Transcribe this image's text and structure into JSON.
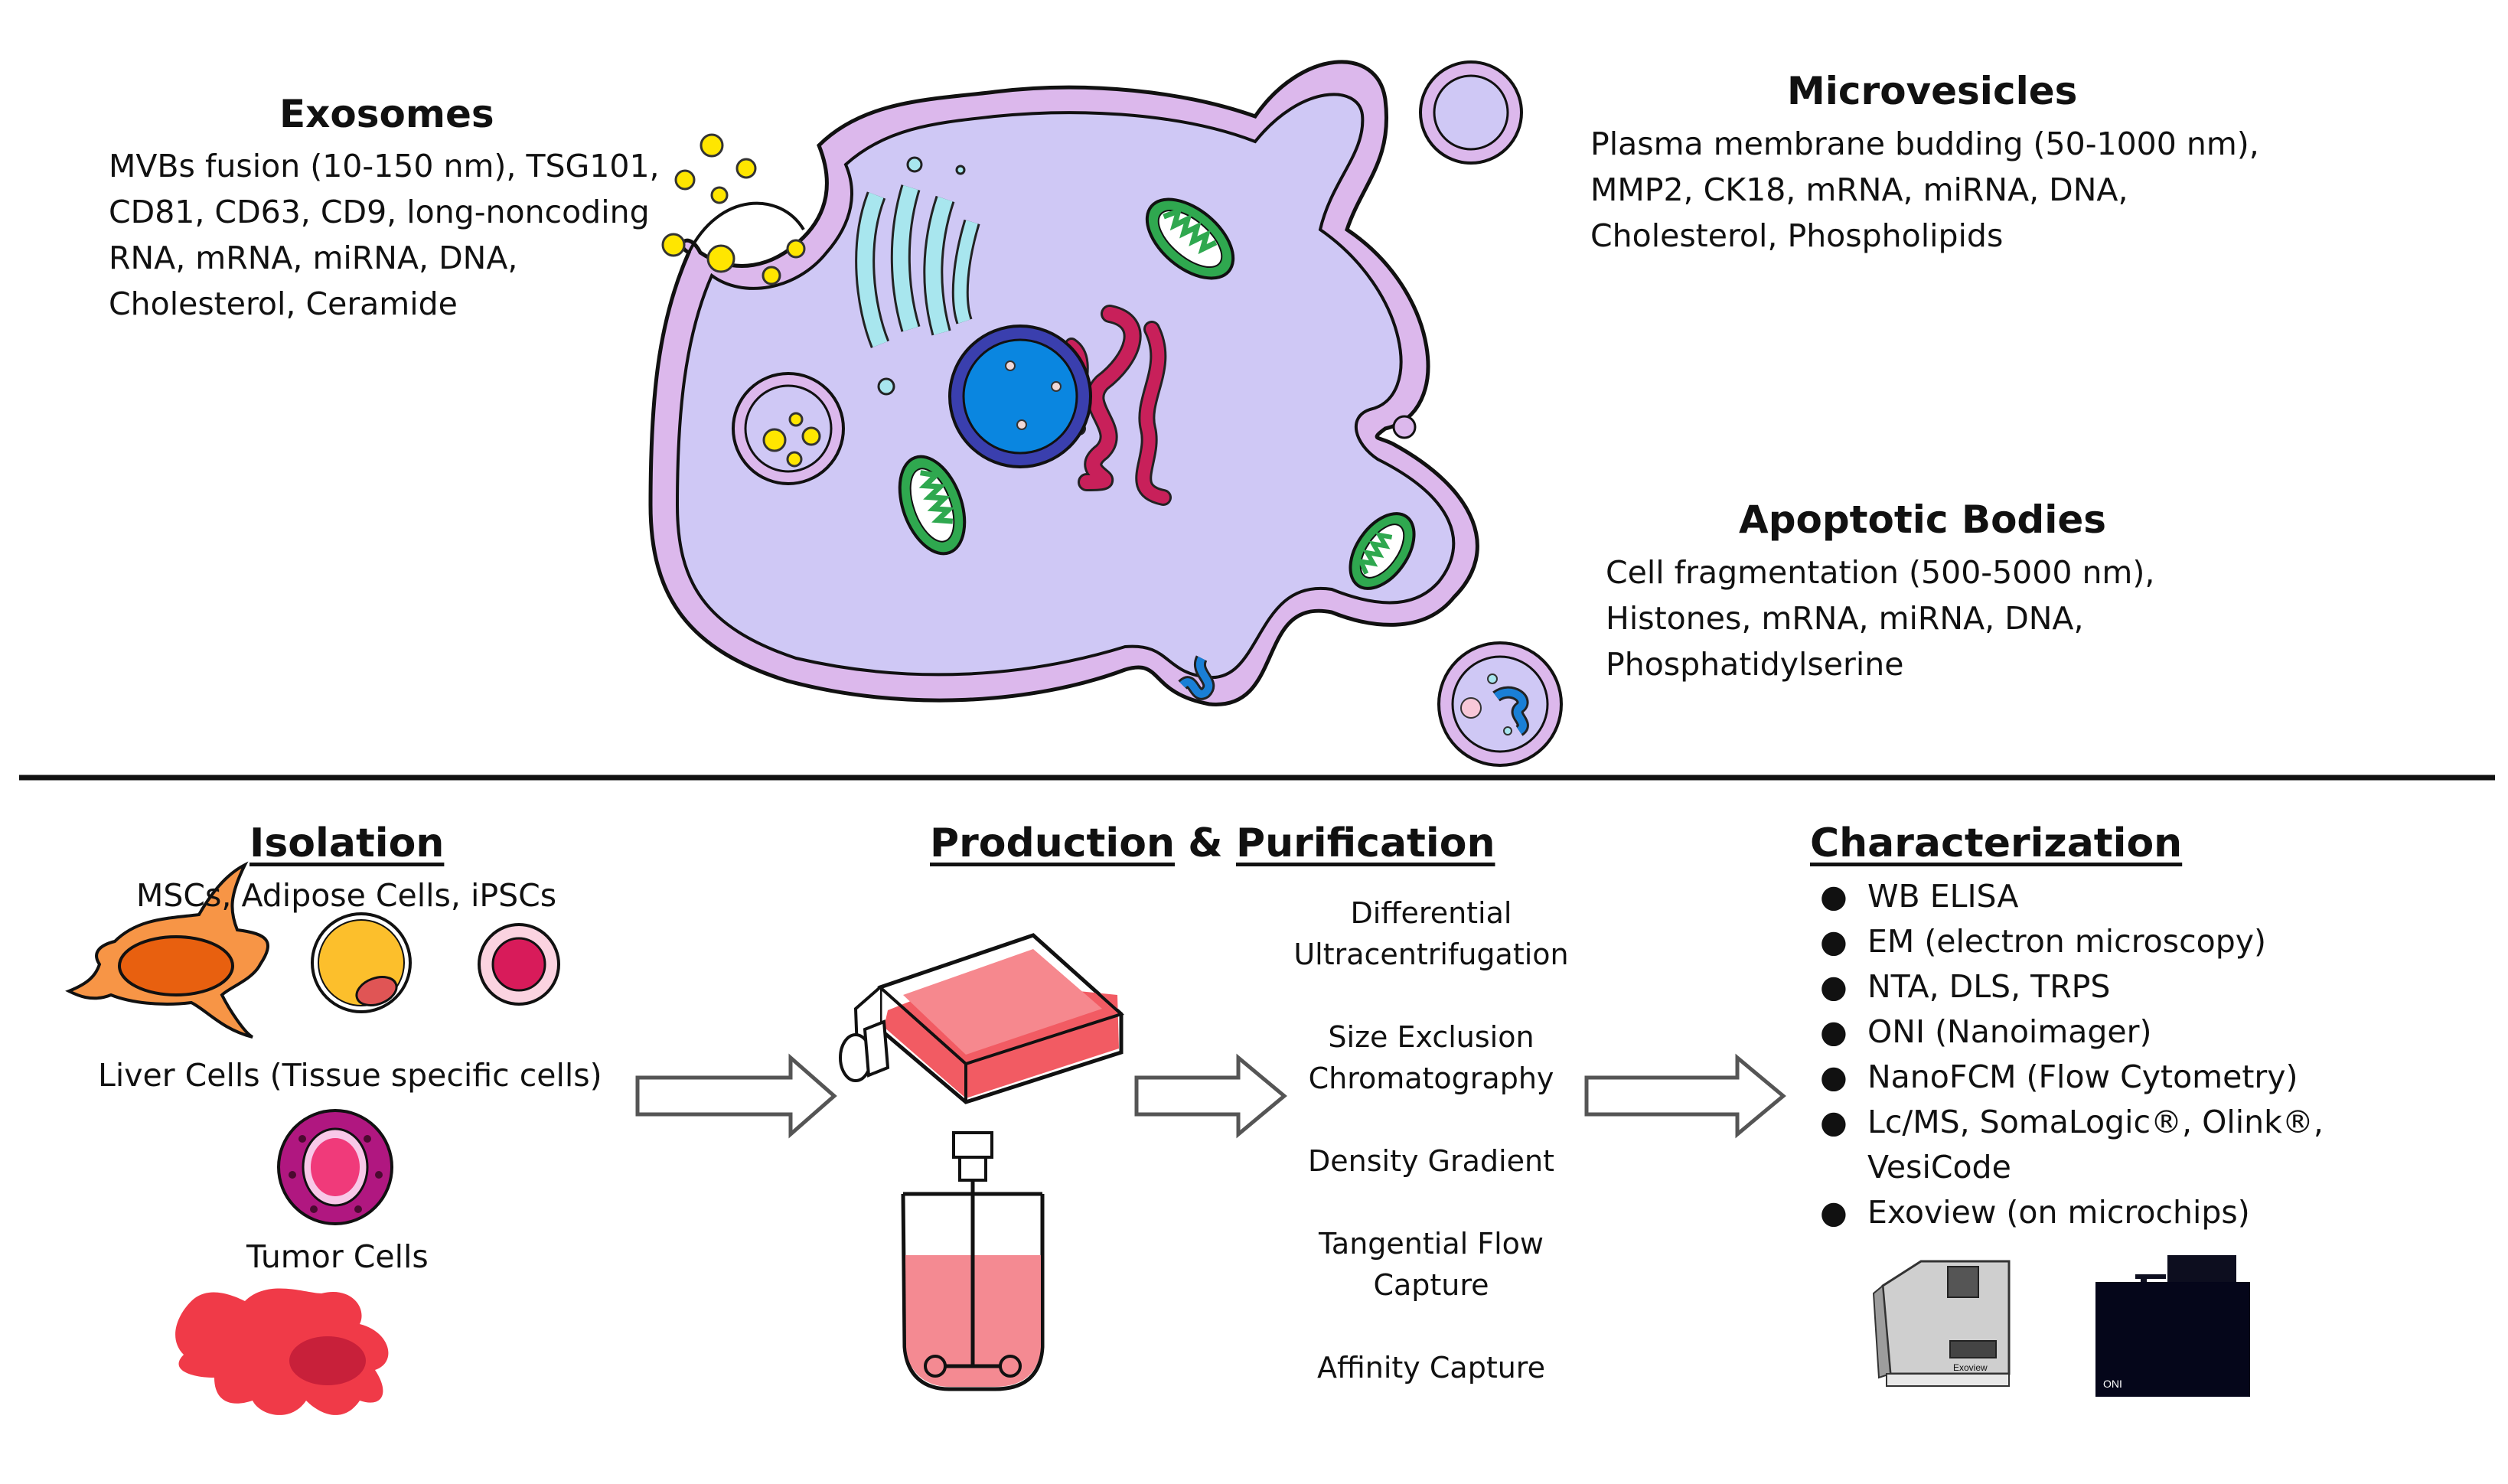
{
  "top": {
    "exosomes": {
      "title": "Exosomes",
      "lines": [
        "MVBs fusion (10-150 nm), TSG101,",
        "CD81, CD63, CD9, long-noncoding",
        "RNA, mRNA, miRNA, DNA,",
        "Cholesterol, Ceramide"
      ]
    },
    "microvesicles": {
      "title": "Microvesicles",
      "lines": [
        "Plasma membrane budding (50-1000 nm),",
        "MMP2, CK18, mRNA, miRNA, DNA,",
        "Cholesterol, Phospholipids"
      ]
    },
    "apoptotic": {
      "title": "Apoptotic Bodies",
      "lines": [
        "Cell fragmentation (500-5000 nm),",
        "Histones, mRNA, miRNA, DNA,",
        "Phosphatidylserine"
      ]
    }
  },
  "isolation": {
    "title": "Isolation",
    "subtitle": "MSCs, Adipose Cells, iPSCs",
    "liver_label": "Liver Cells (Tissue specific cells)",
    "tumor_label": "Tumor Cells"
  },
  "production": {
    "title_left": "Production",
    "amp": "&",
    "title_right": "Purification",
    "steps": [
      [
        "Differential",
        "Ultracentrifugation"
      ],
      [
        "Size Exclusion",
        "Chromatography"
      ],
      [
        "Density Gradient"
      ],
      [
        "Tangential Flow",
        "Capture"
      ],
      [
        "Affinity Capture"
      ]
    ]
  },
  "characterization": {
    "title": "Characterization",
    "bullet": "●",
    "items": [
      [
        "WB ELISA"
      ],
      [
        "EM (electron microscopy)"
      ],
      [
        "NTA, DLS, TRPS"
      ],
      [
        "ONI (Nanoimager)"
      ],
      [
        "NanoFCM (Flow Cytometry)"
      ],
      [
        "Lc/MS, SomaLogic®, Olink®,",
        "VesiCode"
      ],
      [
        "Exoview (on microchips)"
      ]
    ],
    "device_labels": {
      "exoview": "Exoview",
      "oni": "ONI"
    }
  },
  "colors": {
    "membrane": "#dcb8ec",
    "cytoplasm": "#cfc8f5",
    "mito_fill": "#2fa84f",
    "golgi": "#a8e6ee",
    "er": "#c8205a",
    "nucleus": "#0a86e0",
    "vesicle_yellow": "#ffe600",
    "media": "#f25b63",
    "tumor": "#f03a48",
    "arrow": "#ffffff"
  }
}
